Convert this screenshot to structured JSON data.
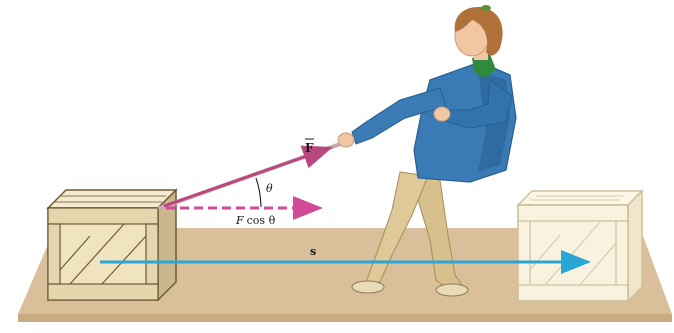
{
  "labels": {
    "force": "F",
    "angle": "θ",
    "component_symbol": "F",
    "component_rest": "cos θ",
    "displacement": "s"
  },
  "colors": {
    "floor": "#d9c09a",
    "floor_edge": "#b89c72",
    "crate": "#efe3c0",
    "crate_dark": "#c9b78e",
    "crate_outline": "#6f5b3a",
    "ghost_crate": "#f8f2df",
    "ghost_outline": "#cdbf9c",
    "rope": "#c9a8b5",
    "force_vector": "#b8487d",
    "component_vector": "#d14a98",
    "displacement_vector": "#29a6d6",
    "jacket": "#3a7bb5",
    "jacket_dark": "#285f91",
    "pants": "#d8c08c",
    "pants_dark": "#b99f6a",
    "skin": "#f1c7a3",
    "hair": "#b0703a",
    "collar": "#2f8a3c"
  }
}
